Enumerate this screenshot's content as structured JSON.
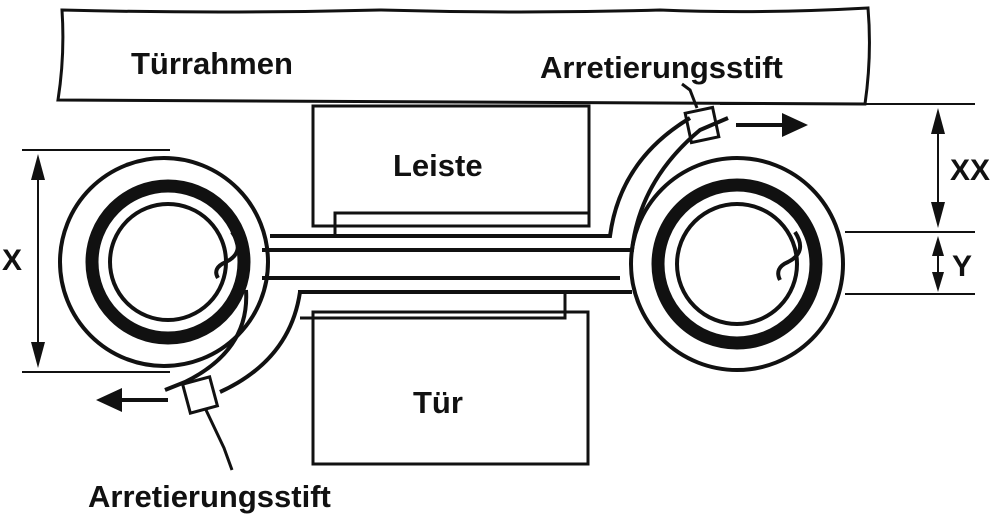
{
  "labels": {
    "frame": "Türrahmen",
    "pin_top": "Arretierungsstift",
    "strip": "Leiste",
    "door": "Tür",
    "pin_bottom": "Arretierungsstift",
    "dim_x": "X",
    "dim_xx": "XX",
    "dim_y": "Y"
  },
  "colors": {
    "ink": "#111111",
    "paper": "#ffffff"
  },
  "icons": [
    "arrow-right-icon",
    "arrow-left-icon"
  ]
}
